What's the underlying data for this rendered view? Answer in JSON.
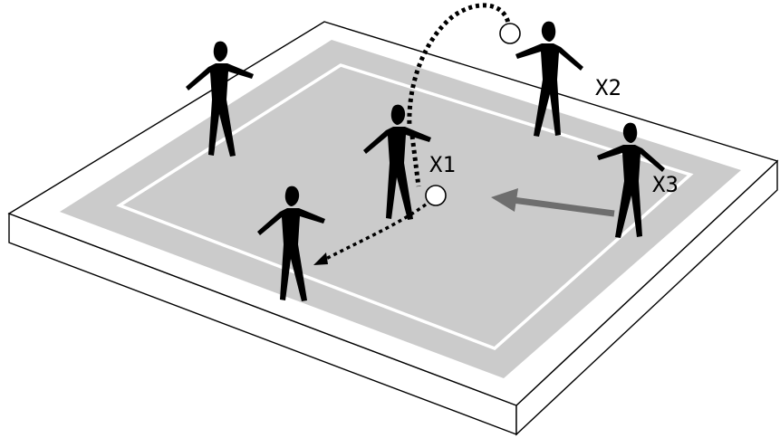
{
  "labels": {
    "x1": "X1",
    "x2": "X2",
    "x3": "X3"
  },
  "colors": {
    "court_outer": "#ffffff",
    "court_inner": "#cbcbcb",
    "lines": "#ffffff",
    "player": "#1a1a1a",
    "movement_arrow": "#6e6e6e"
  },
  "elements": {
    "players": [
      "player-top-left",
      "player-x1",
      "player-x2",
      "player-x3",
      "player-bottom-left"
    ],
    "balls": [
      "ball-x2",
      "ball-x1"
    ],
    "passes": [
      "pass-x2-to-x1",
      "pass-x1-to-bottom-left"
    ],
    "movement": "x3-movement-arrow"
  }
}
